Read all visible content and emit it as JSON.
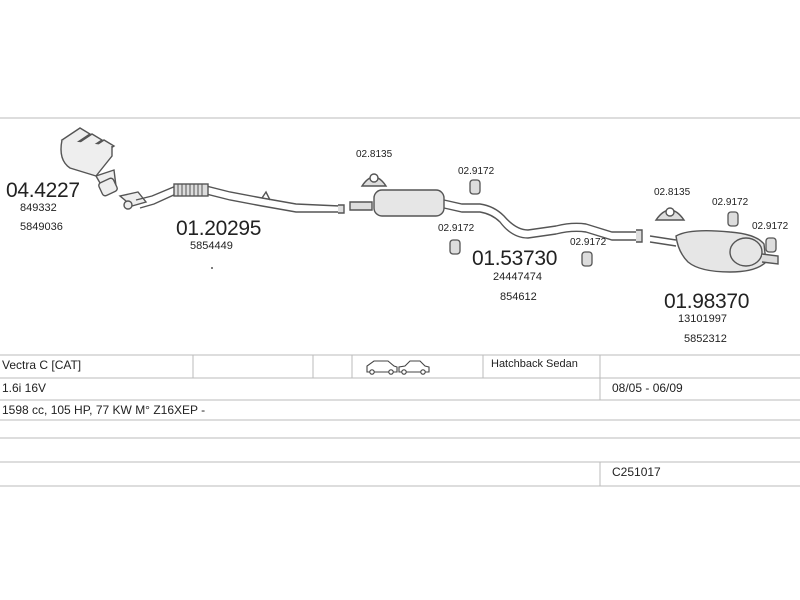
{
  "parts": {
    "manifold": {
      "number": "04.4227",
      "refs": [
        "849332",
        "5849036"
      ]
    },
    "front_pipe": {
      "number": "01.20295",
      "refs": [
        "5854449"
      ]
    },
    "middle_silencer": {
      "number": "01.53730",
      "refs": [
        "24447474",
        "854612"
      ]
    },
    "rear_silencer": {
      "number": "01.98370",
      "refs": [
        "13101997",
        "5852312"
      ]
    }
  },
  "fittings": {
    "gasket_1": "02.8135",
    "hanger_1": "02.9172",
    "hanger_2": "02.9172",
    "hanger_3": "02.9172",
    "gasket_2": "02.8135",
    "hanger_4": "02.9172",
    "hanger_5": "02.9172"
  },
  "vehicle": {
    "model": "Vectra C  [CAT]",
    "body": "Hatchback Sedan",
    "engine": "1.6i 16V",
    "years": "08/05 - 06/09",
    "spec": "1598 cc, 105 HP, 77 KW M° Z16XEP -",
    "code": "C251017"
  },
  "colors": {
    "line": "#555555",
    "part_fill": "#e6e6e6",
    "border": "#bbbbbb"
  },
  "icons": [
    "hatchback-car-icon",
    "sedan-car-icon"
  ]
}
